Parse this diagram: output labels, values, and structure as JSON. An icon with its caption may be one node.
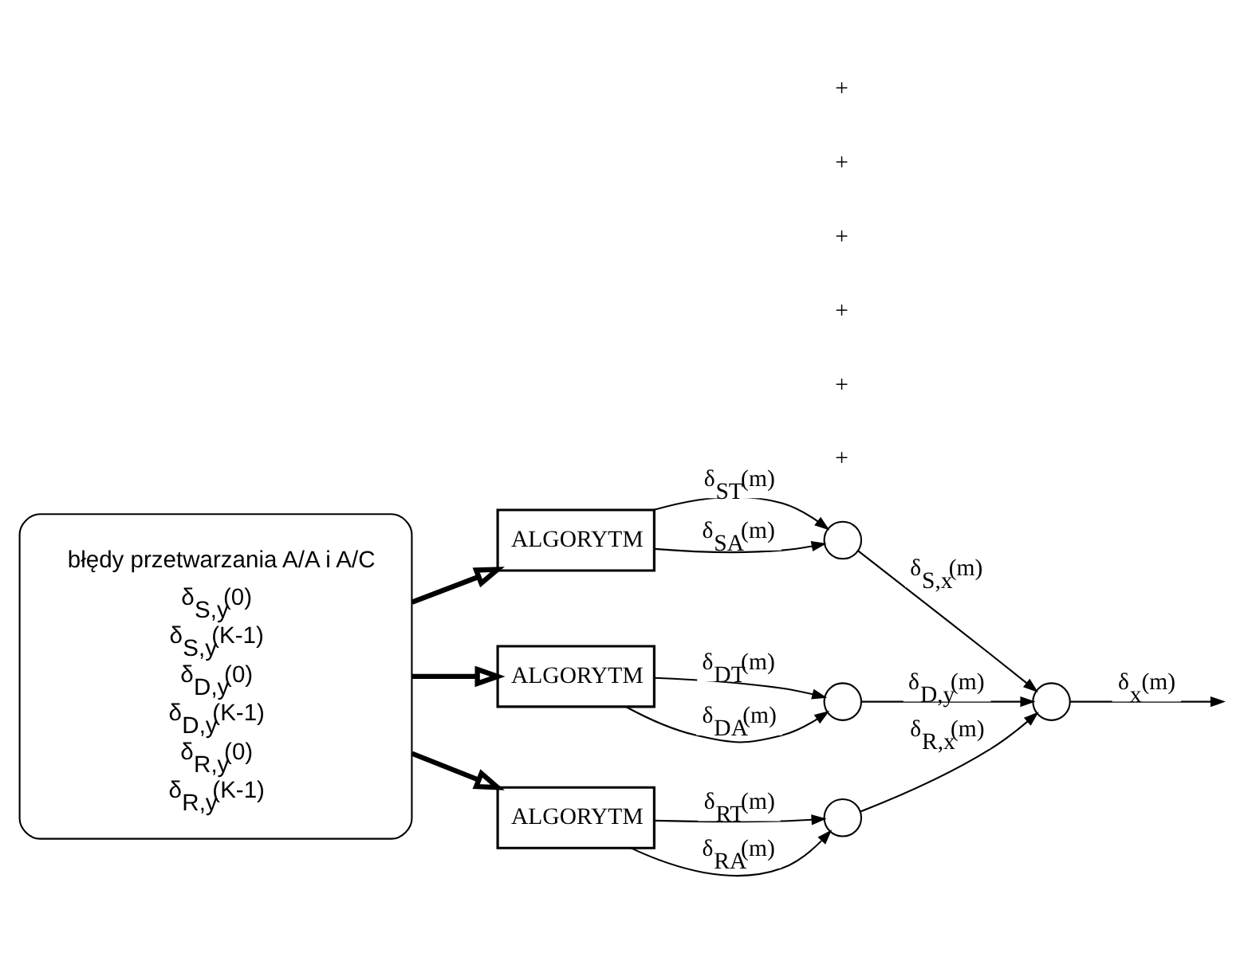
{
  "diagram": {
    "nodes": [
      {
        "text": [
          "błędy przetwarzania A/A i A/C",
          "δ$_{S,y}$(0)",
          "δ$_{S,y}$(K-1)",
          "δ$_{D,y}$(0)",
          "δ$_{D,y}$(K-1)",
          "δ$_{R,y}$(0)",
          "δ$_{R,y}$(K-1)"
        ]
      },
      {
        "text": [
          "ALGORYTM"
        ]
      },
      {
        "text": [],
        "shape": "circle"
      },
      {
        "text": [
          "ALGORYTM"
        ]
      },
      {
        "text": [],
        "shape": "circle"
      },
      {
        "text": [
          "ALGORYTM"
        ]
      },
      {
        "text": [],
        "shape": "circle"
      },
      {
        "text": [],
        "shape": "circle"
      }
    ],
    "edges": [
      {
        "from": 0,
        "to": 1,
        "arrow": "to",
        "style": "thick"
      },
      {
        "from": 1,
        "to": 2,
        "arrow": "to",
        "label": "δ$_{ST}$(m)"
      },
      {
        "from": 1,
        "to": 2,
        "arrow": "to",
        "label": "δ$_{SA}$(m)"
      },
      {
        "from": 2,
        "to": 7,
        "arrow": "to",
        "label": "δ$_{S,x}$(m)"
      },
      {
        "from": 0,
        "to": 3,
        "arrow": "to",
        "style": "thick"
      },
      {
        "from": 3,
        "to": 4,
        "arrow": "to",
        "label": "δ$_{DT}$(m)"
      },
      {
        "from": 3,
        "to": 4,
        "arrow": "to",
        "label": "δ$_{DA}$(m)"
      },
      {
        "from": 4,
        "to": 7,
        "arrow": "to",
        "label": "δ$_{D,y}$(m)"
      },
      {
        "from": 0,
        "to": 5,
        "arrow": "to",
        "style": "thick"
      },
      {
        "from": 5,
        "to": 6,
        "arrow": "to",
        "label": "δ$_{RT}$(m)"
      },
      {
        "from": 5,
        "to": 6,
        "arrow": "to",
        "label": "δ$_{RA}$(m)"
      },
      {
        "from": 6,
        "to": 7,
        "arrow": "to",
        "label": "δ$_{R,x}$(m)"
      },
      {
        "from": 7,
        "to": null,
        "arrow": "to",
        "label": "δ$_{x}$(m)"
      }
    ],
    "labels": [
      "+",
      "+",
      "+",
      "+",
      "+",
      "+"
    ]
  }
}
